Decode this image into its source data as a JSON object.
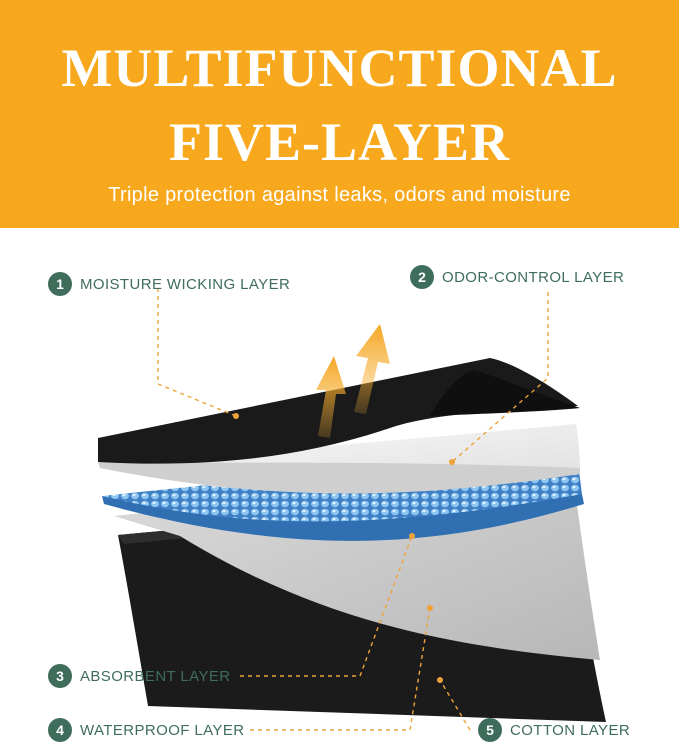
{
  "header": {
    "title_line1": "MULTIFUNCTIONAL",
    "title_line2": "FIVE-LAYER",
    "subtitle": "Triple protection against leaks, odors and moisture"
  },
  "layers": [
    {
      "number": "1",
      "label": "MOISTURE WICKING LAYER"
    },
    {
      "number": "2",
      "label": "ODOR-CONTROL LAYER"
    },
    {
      "number": "3",
      "label": "ABSORBENT LAYER"
    },
    {
      "number": "4",
      "label": "WATERPROOF LAYER"
    },
    {
      "number": "5",
      "label": "COTTON LAYER"
    }
  ],
  "colors": {
    "banner": "#f7a81c",
    "accent_green": "#3e6d5b",
    "arrow_orange": "#f5a623",
    "layer_black": "#1c1c1c",
    "layer_white": "#f2f2f2",
    "layer_blue": "#5fa6e0",
    "layer_gray": "#c9c9c9"
  },
  "icons": [
    "upward-arrow-icon",
    "upward-arrow-icon"
  ]
}
